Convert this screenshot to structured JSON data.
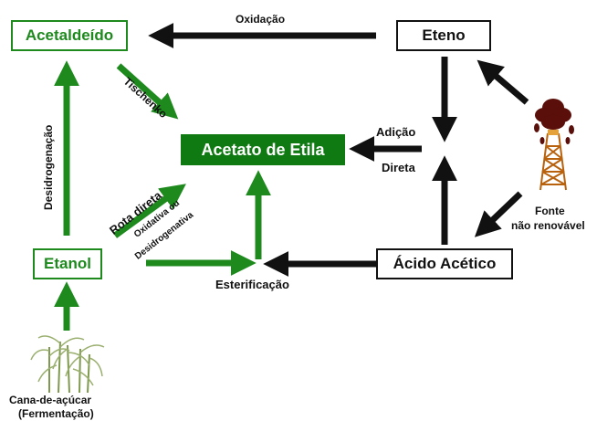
{
  "nodes": {
    "acetaldeido": "Acetaldeído",
    "eteno": "Eteno",
    "acetato": "Acetato de Etila",
    "etanol": "Etanol",
    "acido": "Ácido Acético"
  },
  "labels": {
    "oxidacao": "Oxidação",
    "tischenko": "Tischenko",
    "desidrogenacao": "Desidrogenação",
    "adicao": "Adição",
    "direta": "Direta",
    "rota_direta": "Rota direta",
    "oxidativa_1": "Oxidativa ou",
    "oxidativa_2": "Desidrogenativa",
    "esterificacao": "Esterificação",
    "fonte_1": "Fonte",
    "fonte_2": "não renovável",
    "cana_1": "Cana-de-açúcar",
    "cana_2": "(Fermentação)"
  },
  "colors": {
    "green": "#1e8a1e",
    "dark_green_fill": "#0f7a12",
    "black": "#111111"
  },
  "icons": [
    "sugarcane-icon",
    "oil-derrick-icon"
  ]
}
